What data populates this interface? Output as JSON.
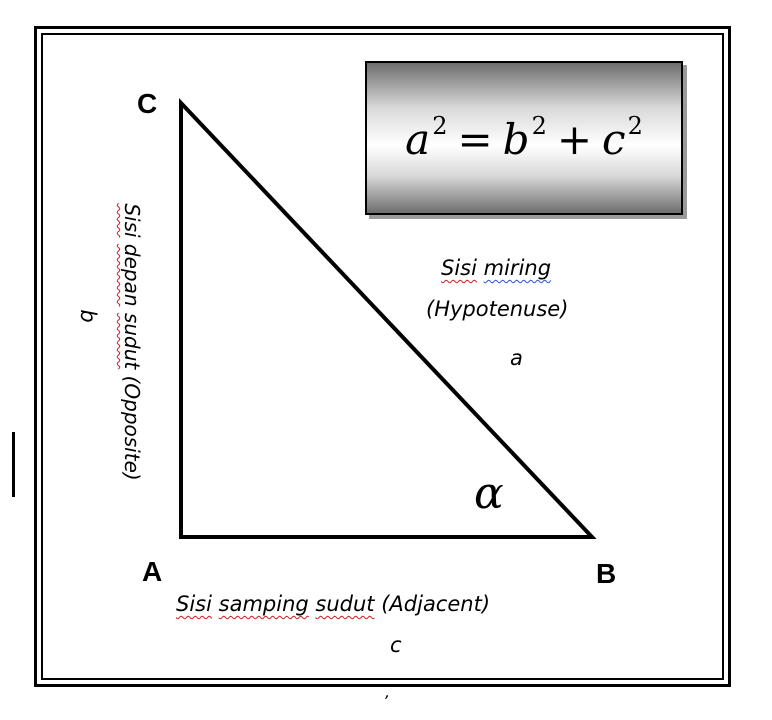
{
  "vertices": {
    "c": "C",
    "a": "A",
    "b": "B"
  },
  "formula": {
    "a": "a",
    "b": "b",
    "c": "c",
    "exp": "2",
    "eq": "=",
    "plus": "+"
  },
  "hypotenuse": {
    "word1": "Sisi",
    "word2": "miring",
    "english": "(Hypotenuse)",
    "symbol": "a"
  },
  "opposite": {
    "word1": "Sisi",
    "word2": "depan",
    "word3": "sudut",
    "english": "(Opposite)",
    "symbol": "b"
  },
  "adjacent": {
    "word1": "Sisi",
    "word2": "samping",
    "word3": "sudut",
    "english": "(Adjacent)",
    "symbol": "c"
  },
  "angle": "α",
  "stray_mark": ","
}
